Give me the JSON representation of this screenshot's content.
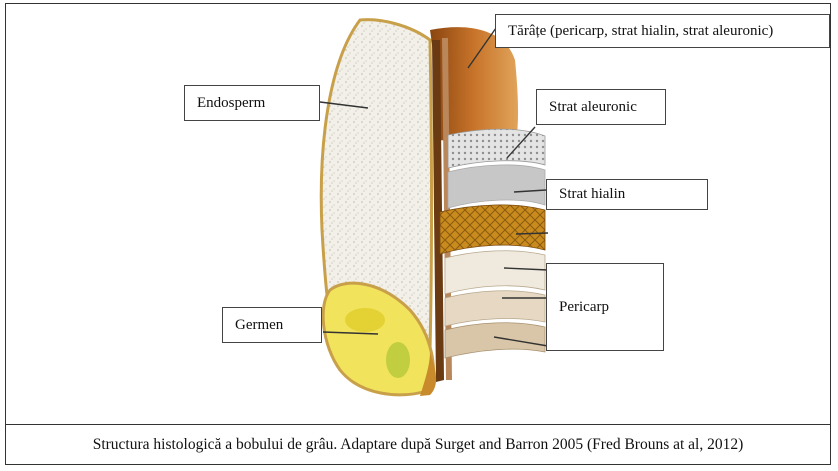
{
  "labels": {
    "tarate": "Tărâțe (pericarp, strat hialin, strat aleuronic)",
    "endosperm": "Endosperm",
    "strat_aleuronic": "Strat aleuronic",
    "strat_hialin": "Strat hialin",
    "pericarp": "Pericarp",
    "germen": "Germen"
  },
  "caption": "Structura histologică a bobului de grâu. Adaptare după Surget and Barron 2005 (Fred Brouns at al, 2012)",
  "colors": {
    "endosperm": "#f1efe6",
    "bran": "#b8651e",
    "aleurone": "#d9d9d9",
    "pericarp_band": "#d9a32a",
    "germ": "#f2e35c"
  }
}
